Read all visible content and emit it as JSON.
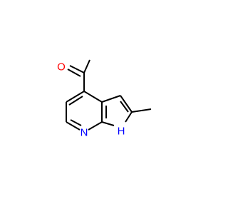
{
  "molecule": {
    "atoms": {
      "O": {
        "symbol": "O",
        "color": "#ff0000"
      },
      "N7": {
        "symbol": "N",
        "color": "#0000ff"
      },
      "NH": {
        "symbol": "H",
        "color": "#0000ff"
      }
    }
  }
}
